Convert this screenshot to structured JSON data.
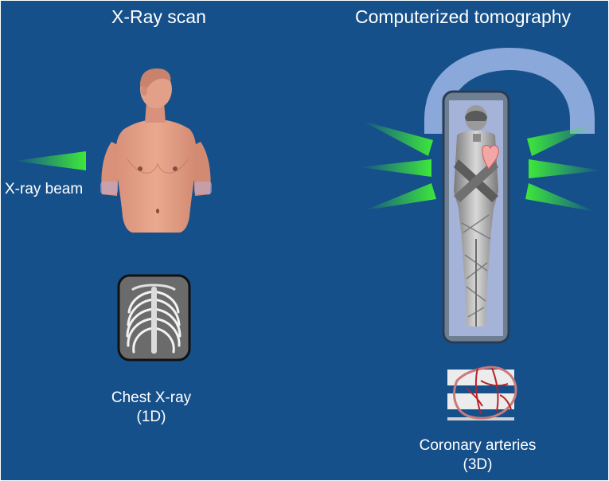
{
  "xray": {
    "title": "X-Ray scan",
    "beam_label": "X-ray beam",
    "caption_line1": "Chest X-ray",
    "caption_line2": "(1D)"
  },
  "ct": {
    "title": "Computerized tomography",
    "caption_line1": "Coronary arteries",
    "caption_line2": "(3D)"
  },
  "colors": {
    "background": "#16508a",
    "beam": "#3ee83a",
    "skin": "#e7a487",
    "gantry": "#8aa8da",
    "scan_frame": "#a5b3d9",
    "xray_film": "#6b6b6b",
    "artery": "#b5242a"
  }
}
